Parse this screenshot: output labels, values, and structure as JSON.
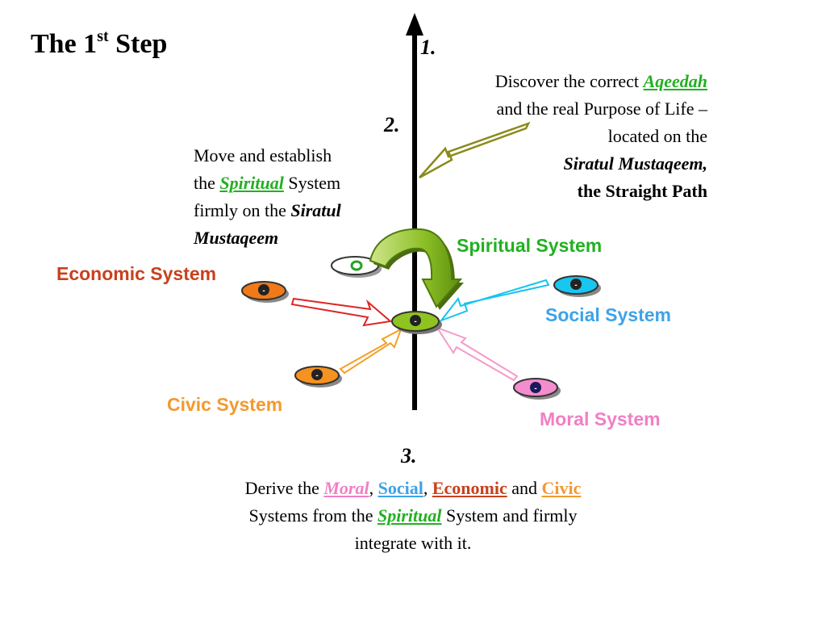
{
  "title": {
    "text": "The 1",
    "sup": "st",
    "rest": " Step"
  },
  "step1": {
    "number": "1.",
    "line1_pre": "Discover the correct ",
    "line1_em": "Aqeedah",
    "line2": "and the real Purpose of Life –",
    "line3": "located on the",
    "line4": "Siratul Mustaqeem,",
    "line5": "the Straight Path"
  },
  "step2": {
    "number": "2.",
    "line1": "Move and establish",
    "line2_pre": "the ",
    "line2_em": "Spiritual",
    "line2_post": " System",
    "line3_pre": "firmly on the ",
    "line3_em": "Siratul",
    "line4": "Mustaqeem"
  },
  "step3": {
    "number": "3.",
    "w_derive": "Derive the ",
    "w_moral": "Moral",
    "w_comma1": ", ",
    "w_social": "Social",
    "w_comma2": ", ",
    "w_economic": "Economic",
    "w_and": " and ",
    "w_civic": "Civic",
    "line2_pre": "Systems from the ",
    "line2_em": "Spiritual",
    "line2_post": " System and firmly",
    "line3": "integrate with it."
  },
  "systems": {
    "spiritual": "Spiritual System",
    "economic": "Economic System",
    "social": "Social System",
    "civic": "Civic System",
    "moral": "Moral System"
  },
  "node_symbol": "-",
  "colors": {
    "spiritual": "#22b022",
    "economic": "#c8411d",
    "social": "#3da3e8",
    "civic": "#f29a2e",
    "moral": "#f07fc5",
    "spiritual_node": "#8fc31f",
    "economic_node": "#f07a18",
    "social_node": "#18c6f0",
    "civic_node": "#f59220",
    "moral_node": "#f48dce",
    "olive_arrow": "#8a8a1a",
    "axis": "#000000"
  }
}
